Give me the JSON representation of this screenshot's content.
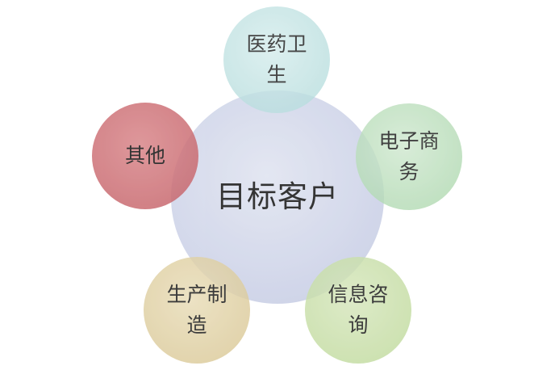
{
  "center": {
    "label": "目标客户"
  },
  "nodes": [
    {
      "lines": [
        "医药卫",
        "生"
      ]
    },
    {
      "lines": [
        "电子商",
        "务"
      ]
    },
    {
      "lines": [
        "信息咨",
        "询"
      ]
    },
    {
      "lines": [
        "生产制",
        "造"
      ]
    },
    {
      "lines": [
        "其他"
      ]
    }
  ],
  "colors": {
    "center_fill": "#c9cfe6",
    "top_fill": "#b8dede",
    "right_fill": "#b2dab3",
    "bottom_right_fill": "#c3dca1",
    "bottom_left_fill": "#dccb9b",
    "left_fill": "#c96a70",
    "text": "#111111"
  }
}
